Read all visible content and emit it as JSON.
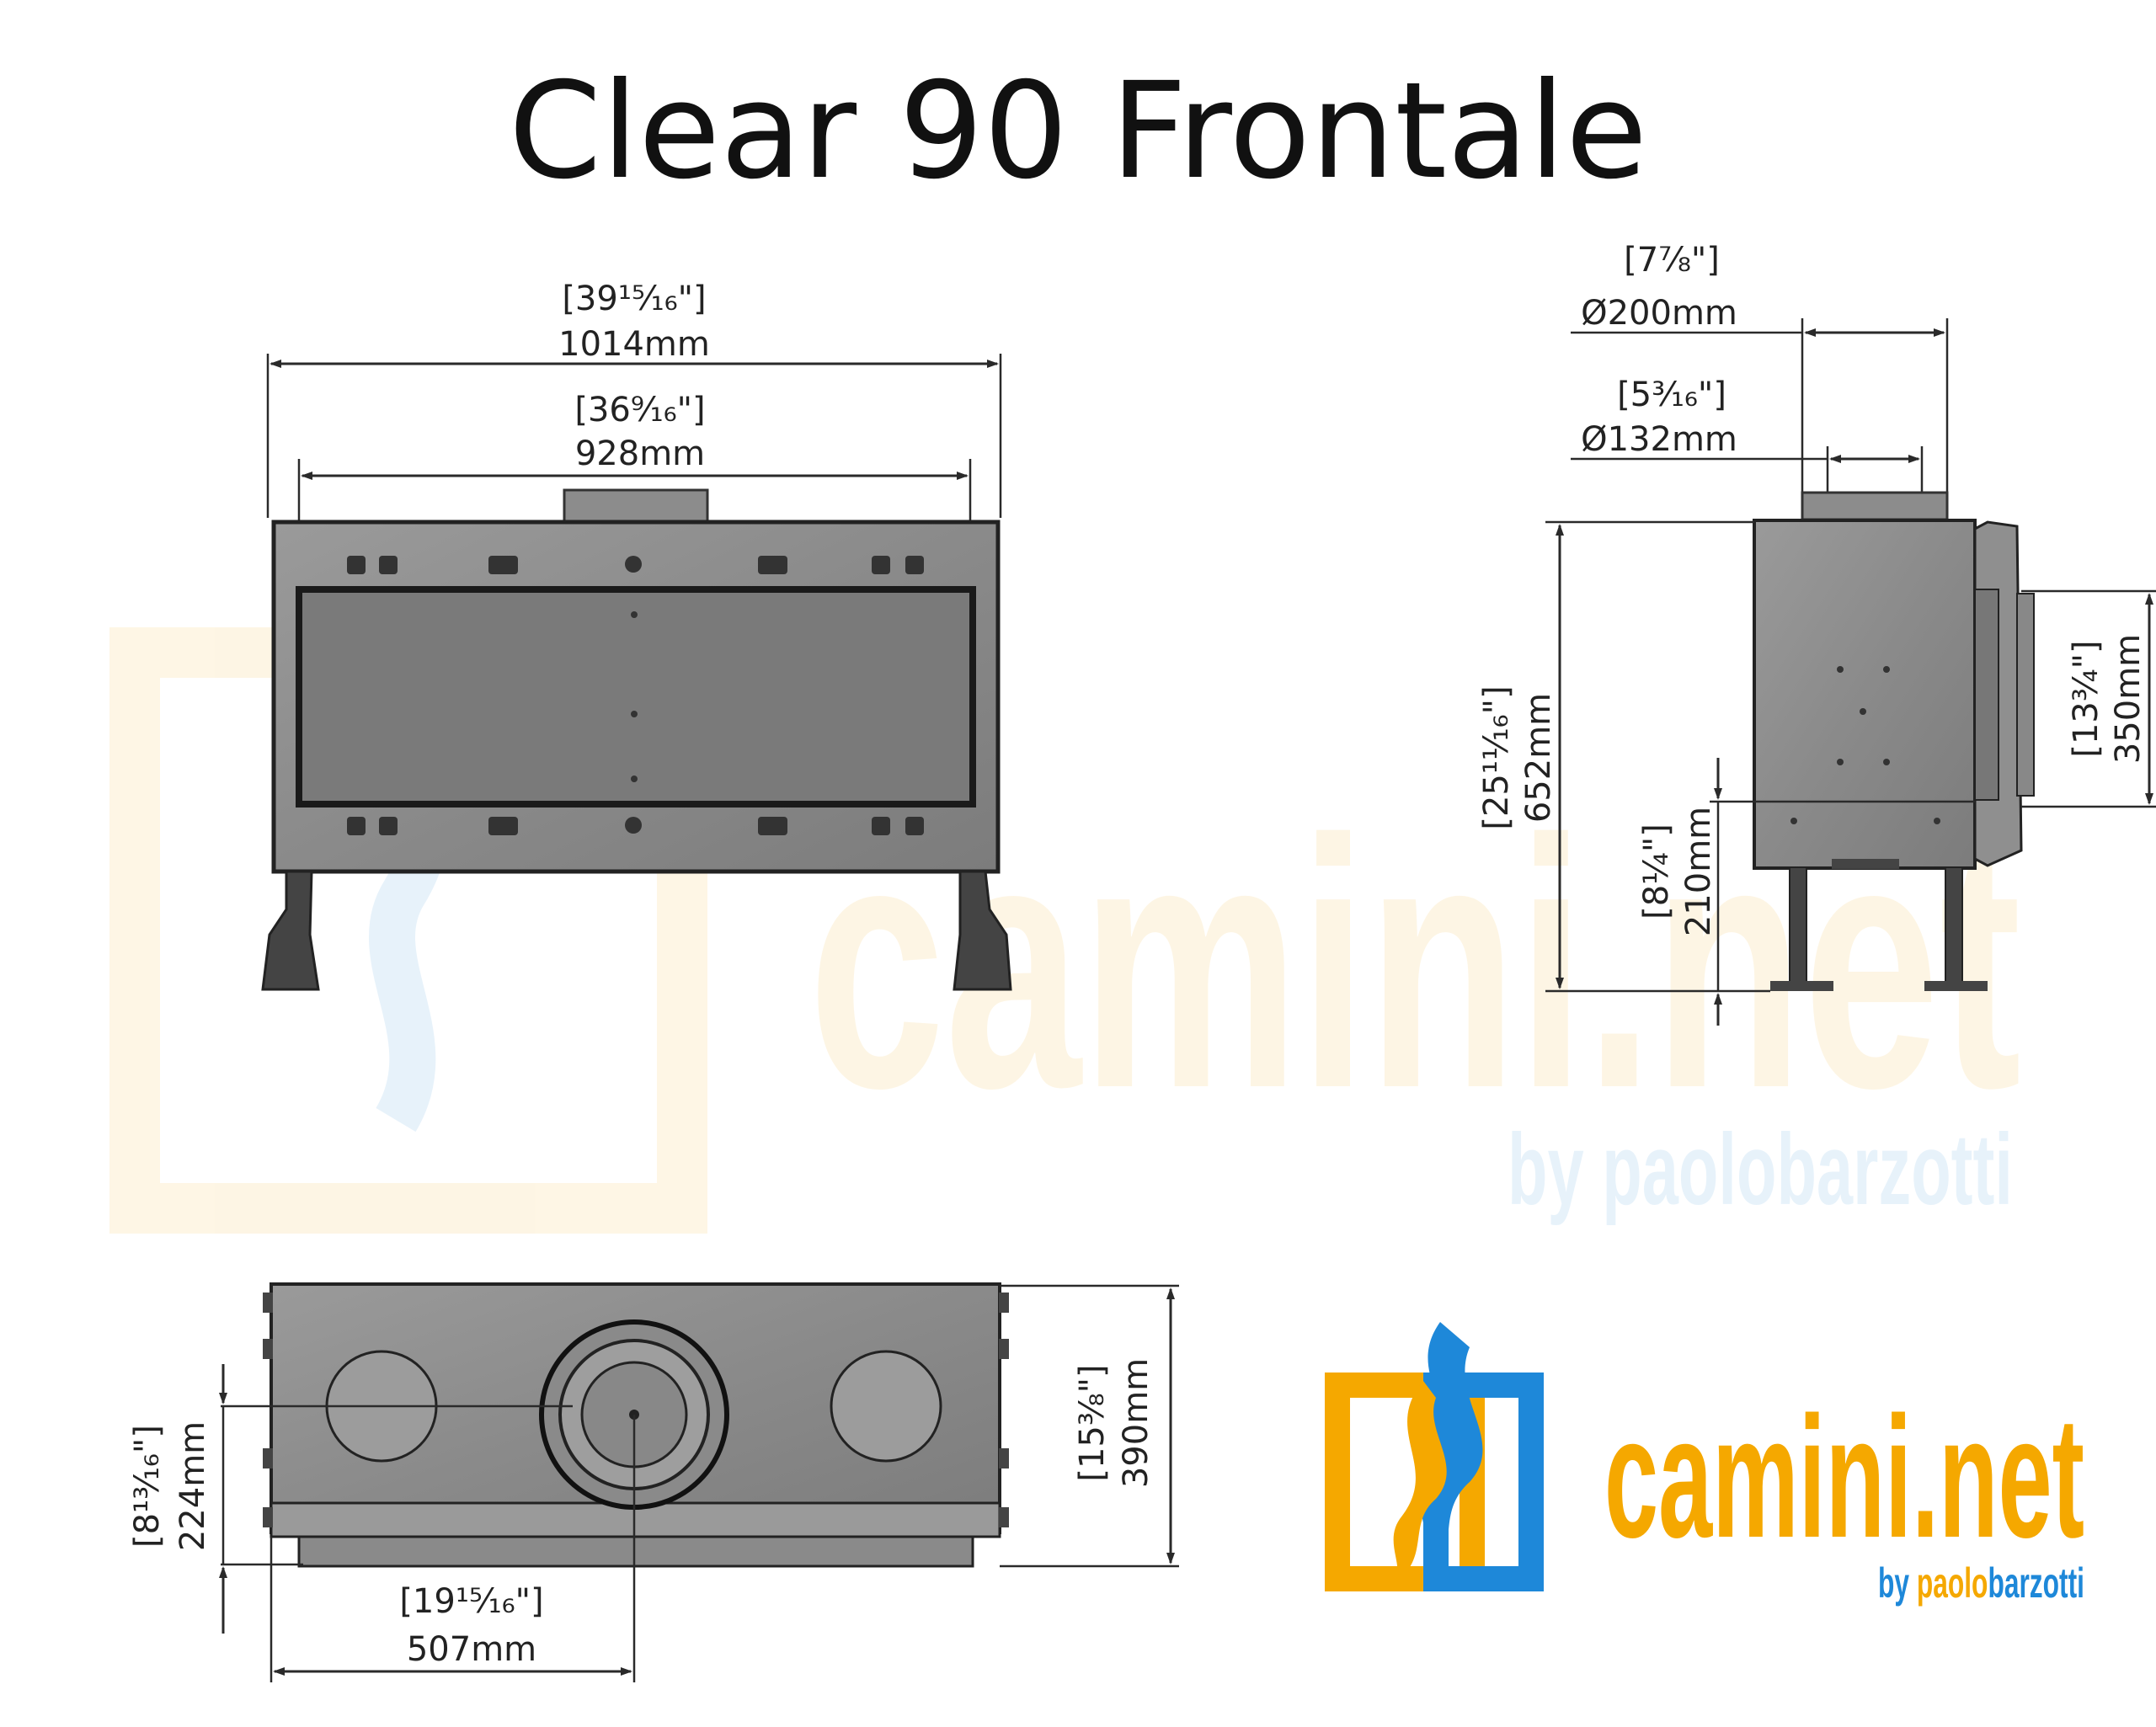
{
  "title": "Clear 90 Frontale",
  "front_view": {
    "overall_width": {
      "inch": "[39¹⁵⁄₁₆\"]",
      "mm": "1014mm"
    },
    "glass_width": {
      "inch": "[36⁹⁄₁₆\"]",
      "mm": "928mm"
    }
  },
  "side_view": {
    "flue_outer": {
      "inch": "[7⁷⁄₈\"]",
      "mm": "Ø200mm"
    },
    "flue_inner": {
      "inch": "[5³⁄₁₆\"]",
      "mm": "Ø132mm"
    },
    "overall_height": {
      "inch": "[25¹¹⁄₁₆\"]",
      "mm": "652mm"
    },
    "base_height": {
      "inch": "[8¹⁄₄\"]",
      "mm": "210mm"
    },
    "front_height": {
      "inch": "[13³⁄₄\"]",
      "mm": "350mm"
    }
  },
  "top_view": {
    "flue_offset": {
      "inch": "[8¹³⁄₁₆\"]",
      "mm": "224mm"
    },
    "depth": {
      "inch": "[15³⁄₈\"]",
      "mm": "390mm"
    },
    "center_offset": {
      "inch": "[19¹⁵⁄₁₆\"]",
      "mm": "507mm"
    }
  },
  "logo": {
    "brand": "camini.net",
    "tagline_prefix": "by ",
    "tagline_name_1": "paolo",
    "tagline_name_2": "barzotti",
    "colors": {
      "orange": "#F5A800",
      "blue": "#1E88D9"
    }
  },
  "watermark": {
    "brand": "camini.net",
    "tagline": "by paolobarzotti"
  },
  "colors": {
    "body": "#8e8e8e",
    "body_dark": "#6f6f6f",
    "line": "#2a2a2a"
  }
}
